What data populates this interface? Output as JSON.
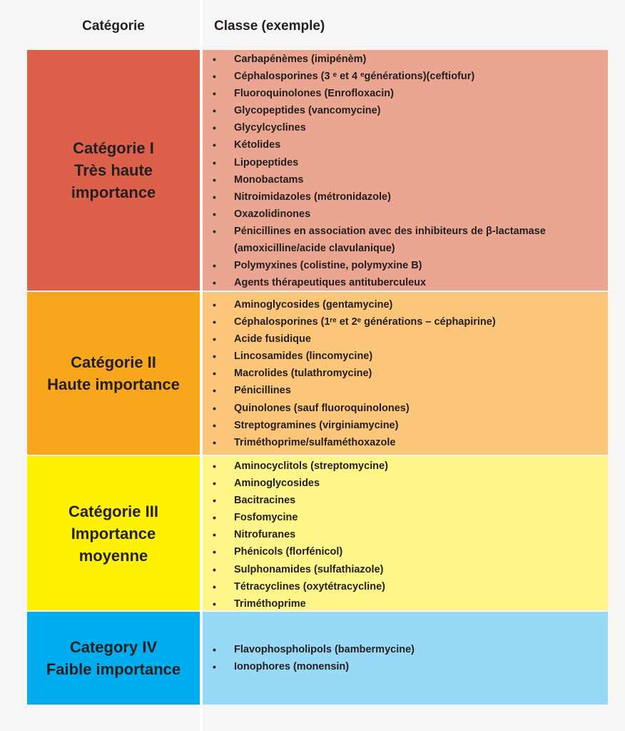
{
  "header": {
    "category_label": "Catégorie",
    "class_label": "Classe (exemple)"
  },
  "colors": {
    "cat1_dark": "#dd614a",
    "cat1_light": "#eaa691",
    "cat2_dark": "#f8a61b",
    "cat2_light": "#fcc67a",
    "cat3_dark": "#fff200",
    "cat3_light": "#fff689",
    "cat4_dark": "#00aeef",
    "cat4_light": "#98d9f6"
  },
  "rows": [
    {
      "title_lines": [
        "Catégorie I",
        "Très haute",
        "importance"
      ],
      "items": [
        "Carbapénèmes (imipénèm)",
        "Céphalosporines (3 ᵉ et 4 ᵉgénérations)(ceftiofur)",
        "Fluoroquinolones (Enrofloxacin)",
        "Glycopeptides (vancomycine)",
        "Glycylcyclines",
        "Kétolides",
        "Lipopeptides",
        "Monobactams",
        "Nitroimidazoles (métronidazole)",
        "Oxazolidinones",
        "Pénicillines en association avec des inhibiteurs de β-lactamase (amoxicilline/acide clavulanique)",
        "Polymyxines (colistine, polymyxine B)",
        "Agents thérapeutiques antituberculeux"
      ]
    },
    {
      "title_lines": [
        "Catégorie II",
        "Haute importance"
      ],
      "items": [
        "Aminoglycosides (gentamycine)",
        "Céphalosporines (1ʳᵉ et 2ᵉ générations – céphapirine)",
        "Acide fusidique",
        "Lincosamides (lincomycine)",
        "Macrolides (tulathromycine)",
        "Pénicillines",
        "Quinolones (sauf fluoroquinolones)",
        "Streptogramines (virginiamycine)",
        "Triméthoprime/sulfaméthoxazole"
      ]
    },
    {
      "title_lines": [
        "Catégorie III",
        "Importance",
        "moyenne"
      ],
      "items": [
        "Aminocyclitols (streptomycine)",
        "Aminoglycosides",
        "Bacitracines",
        "Fosfomycine",
        "Nitrofuranes",
        "Phénicols (florfénicol)",
        "Sulphonamides (sulfathiazole)",
        "Tétracyclines (oxytétracycline)",
        "Triméthoprime"
      ]
    },
    {
      "title_lines": [
        "Category IV",
        "Faible importance"
      ],
      "items": [
        "Flavophospholipols (bambermycine)",
        "Ionophores (monensin)"
      ]
    }
  ]
}
